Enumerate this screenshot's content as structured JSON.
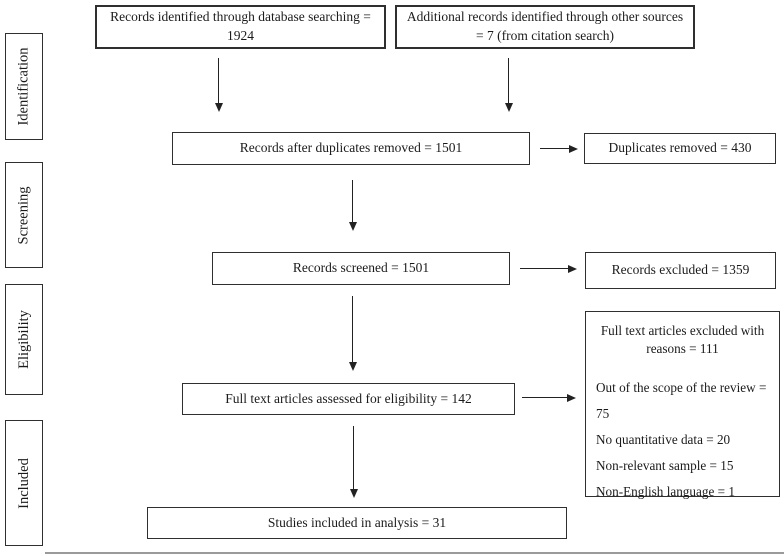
{
  "title": "PRISMA flow diagram",
  "sidebar": {
    "stages": [
      {
        "label": "Identification"
      },
      {
        "label": "Screening"
      },
      {
        "label": "Eligibility"
      },
      {
        "label": "Included"
      }
    ]
  },
  "flow": {
    "database_box": "Records identified through database searching = 1924",
    "other_sources_box": "Additional records identified through other sources = 7 (from citation search)",
    "after_duplicates_box": "Records after duplicates removed = 1501",
    "duplicates_removed_box": "Duplicates removed = 430",
    "screened_box": "Records screened = 1501",
    "records_excluded_box": "Records excluded = 1359",
    "fulltext_assessed_box": "Full text articles assessed for eligibility = 142",
    "fulltext_excluded_box": {
      "heading": "Full text articles excluded with reasons = 111",
      "reasons": [
        "Out of the scope of the review = 75",
        "No quantitative data = 20",
        "Non-relevant sample = 15",
        "Non-English language = 1"
      ]
    },
    "included_box": "Studies included in analysis = 31"
  },
  "colors": {
    "box_border": "#2f2f2f",
    "text": "#1b1b1b",
    "arrow": "#222222",
    "background": "#ffffff"
  }
}
